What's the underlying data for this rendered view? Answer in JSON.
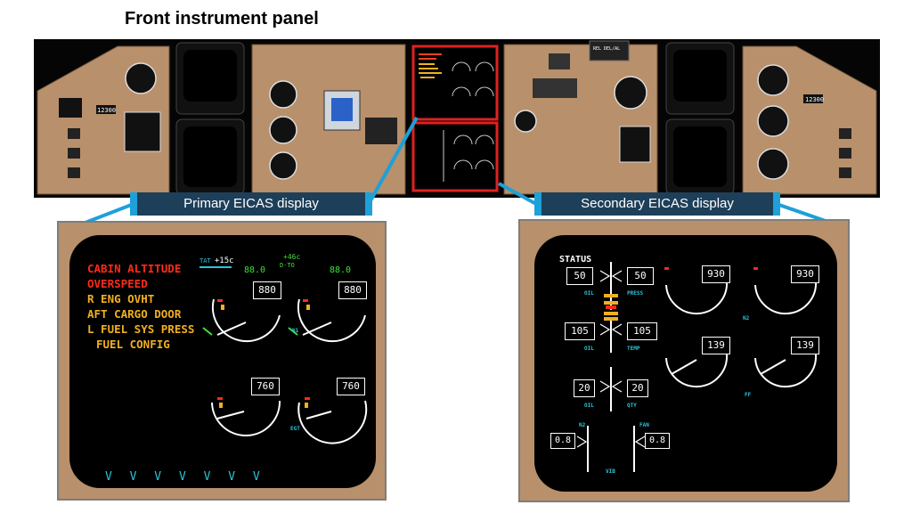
{
  "page": {
    "title": "Front instrument panel"
  },
  "callouts": {
    "primary": "Primary EICAS display",
    "secondary": "Secondary EICAS display"
  },
  "colors": {
    "panel_tan": "#b8906b",
    "callout_bg": "#1e3f59",
    "callout_accent": "#1ea0d8",
    "highlight_red": "#e02020",
    "warning_red": "#ff2a1a",
    "caution_amber": "#f0b020",
    "cyan": "#2bc4d8",
    "green": "#3ee03a"
  },
  "panel_readouts": {
    "left_altitude": "12300",
    "right_altitude": "12300",
    "top_annunciator": "REL DEL/AL"
  },
  "primary_eicas": {
    "messages": [
      {
        "text": "CABIN ALTITUDE",
        "level": "warning"
      },
      {
        "text": "OVERSPEED",
        "level": "warning"
      },
      {
        "text": "R ENG OVHT",
        "level": "caution"
      },
      {
        "text": "AFT CARGO DOOR",
        "level": "caution"
      },
      {
        "text": "L FUEL SYS PRESS",
        "level": "caution"
      },
      {
        "text": "FUEL CONFIG",
        "level": "caution"
      }
    ],
    "tat_label": "TAT",
    "tat_value": "+15c",
    "thrust_mode_temp": "+46c",
    "thrust_mode": "D-TO",
    "epr_targets": [
      "88.0",
      "88.0"
    ],
    "epr_values": [
      "880",
      "880"
    ],
    "egt_values": [
      "760",
      "760"
    ],
    "label_n1": "N1",
    "label_egt": "EGT",
    "chevrons": "V V V V V V V"
  },
  "secondary_eicas": {
    "status_label": "STATUS",
    "oil_press": [
      "50",
      "50"
    ],
    "oil_temp": [
      "105",
      "105"
    ],
    "oil_qty": [
      "20",
      "20"
    ],
    "vib": [
      "0.8",
      "0.8"
    ],
    "n2_values": [
      "930",
      "930"
    ],
    "ff_values": [
      "139",
      "139"
    ],
    "labels": {
      "oil": "OIL",
      "press": "PRESS",
      "temp": "TEMP",
      "qty": "QTY",
      "n2": "N2",
      "ff": "FF",
      "fan": "FAN",
      "vib": "VIB"
    }
  }
}
